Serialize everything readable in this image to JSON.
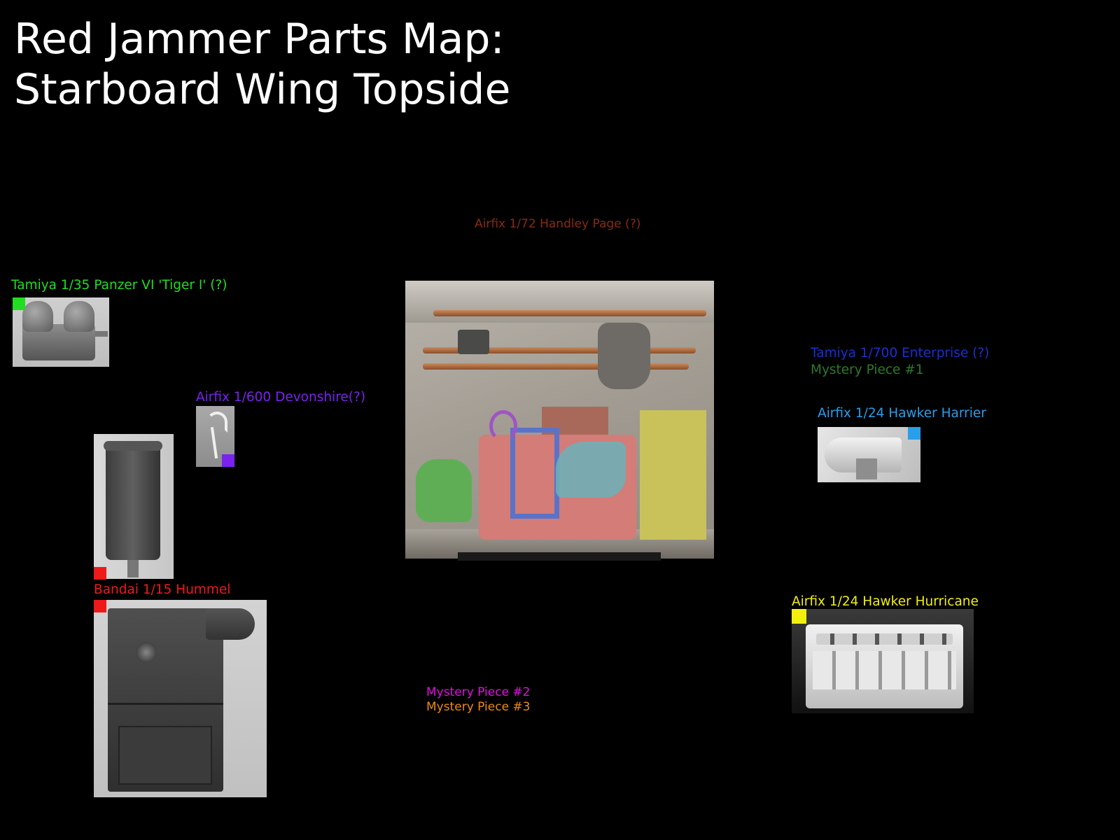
{
  "title": {
    "line1": "Red Jammer Parts Map:",
    "line2": "Starboard Wing Topside"
  },
  "labels": {
    "handley_page": "Airfix 1/72 Handley Page (?)",
    "tiger": "Tamiya 1/35 Panzer VI 'Tiger I' (?)",
    "enterprise": "Tamiya 1/700 Enterprise (?)",
    "mystery1": "Mystery Piece #1",
    "devonshire": "Airfix 1/600 Devonshire(?)",
    "harrier": "Airfix 1/24 Hawker Harrier",
    "hummel": "Bandai 1/15 Hummel",
    "hurricane": "Airfix 1/24 Hawker Hurricane",
    "mystery2": "Mystery Piece #2",
    "mystery3": "Mystery Piece #3"
  },
  "colors": {
    "title": "#ffffff",
    "handley_page": "#8b2a10",
    "tiger": "#22dd22",
    "enterprise": "#1a2fd0",
    "mystery1": "#2a7a2a",
    "devonshire": "#7a22ee",
    "harrier": "#2a9ee8",
    "hummel": "#ee1a1a",
    "hurricane": "#f2ef10",
    "mystery2": "#e010e0",
    "mystery3": "#ee8a10"
  }
}
